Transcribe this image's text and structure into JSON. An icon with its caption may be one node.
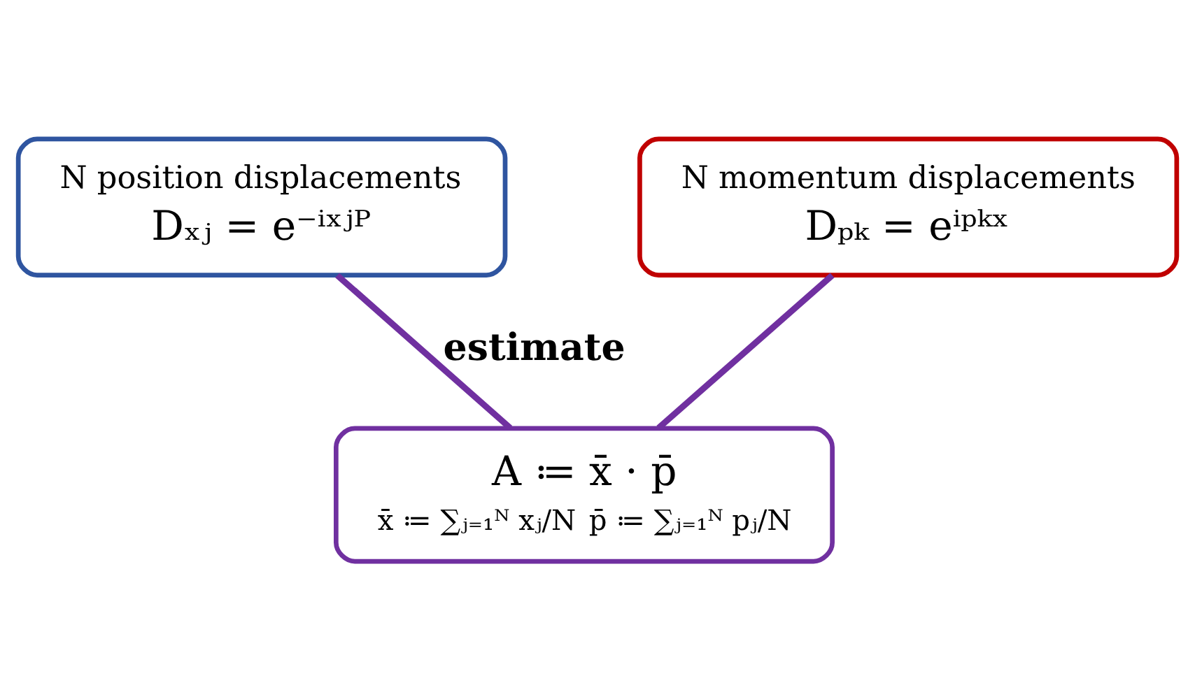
{
  "diagram": {
    "nodes": [
      {
        "text": [
          "N position displacements",
          "Dₓⱼ = e⁻ⁱˣʲᴾ"
        ]
      },
      {
        "text": [
          "N momentum displacements",
          "Dₚₖ = eⁱᵖᵏˣ"
        ]
      },
      {
        "text": [
          "A ≔ x̄ · p̄",
          "x̄ ≔ ∑ⱼ₌₁ᴺ xⱼ/N",
          "p̄ ≔ ∑ⱼ₌₁ᴺ pⱼ/N"
        ]
      }
    ],
    "edges": [
      {
        "from": 0,
        "to": 2,
        "arrow": "none",
        "label": "estimate"
      },
      {
        "from": 1,
        "to": 2,
        "arrow": "none"
      }
    ]
  }
}
